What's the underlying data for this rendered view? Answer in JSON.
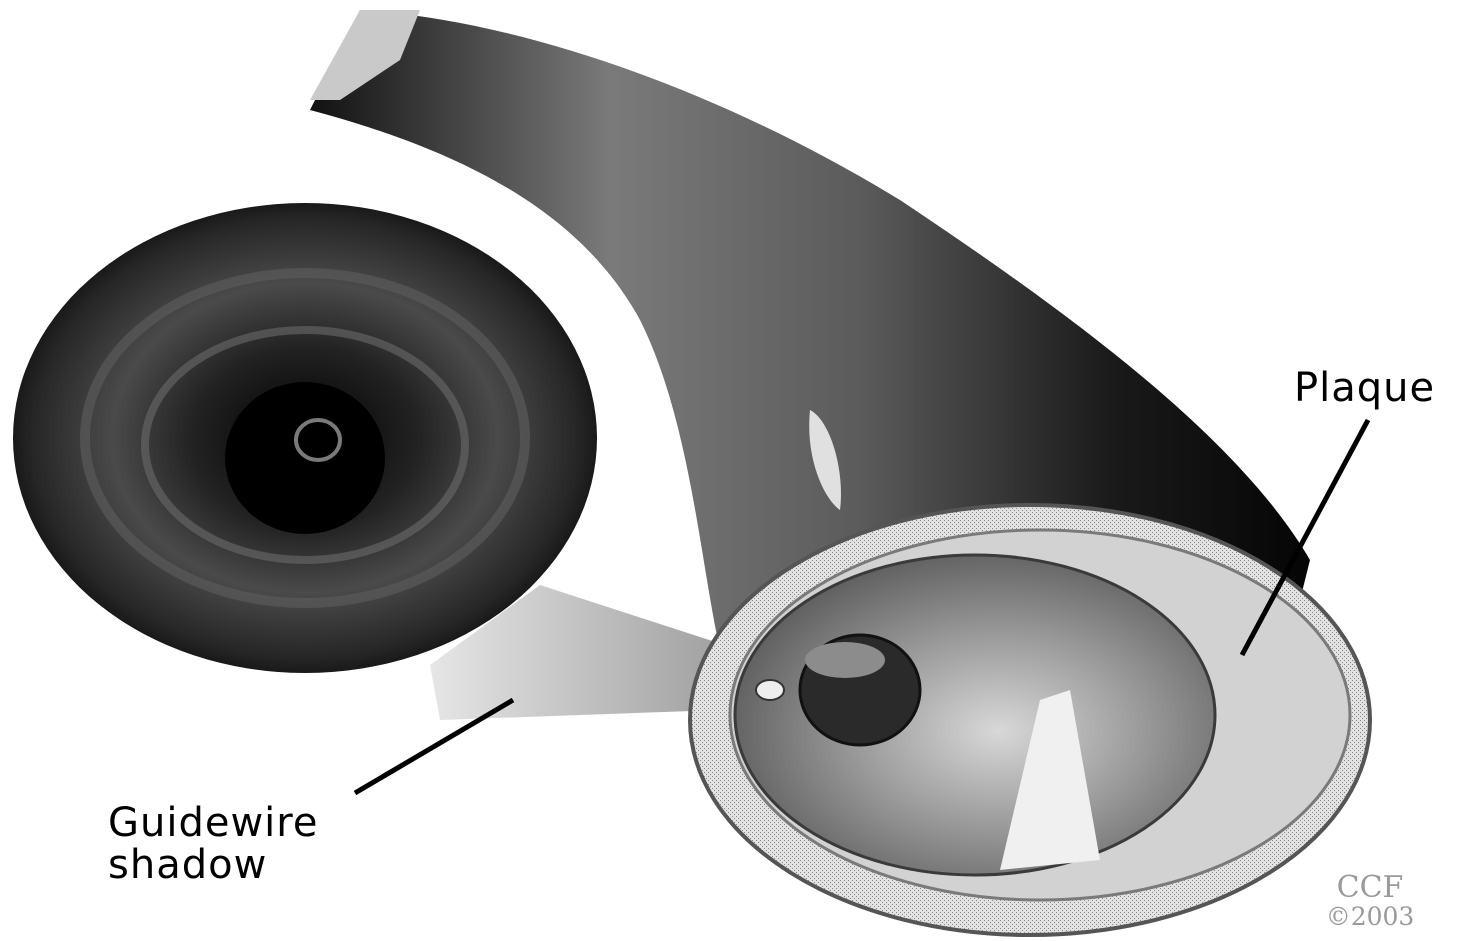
{
  "labels": {
    "plaque": "Plaque",
    "guidewire_line1": "Guidewire",
    "guidewire_line2": "shadow"
  },
  "copyright": {
    "owner": "CCF",
    "year": "©2003"
  },
  "colors": {
    "ink": "#000000",
    "vessel_dark": "#141414",
    "vessel_mid": "#6e6e6e",
    "plaque_light": "#d9d9d9",
    "beam": "#c4c4c4"
  }
}
